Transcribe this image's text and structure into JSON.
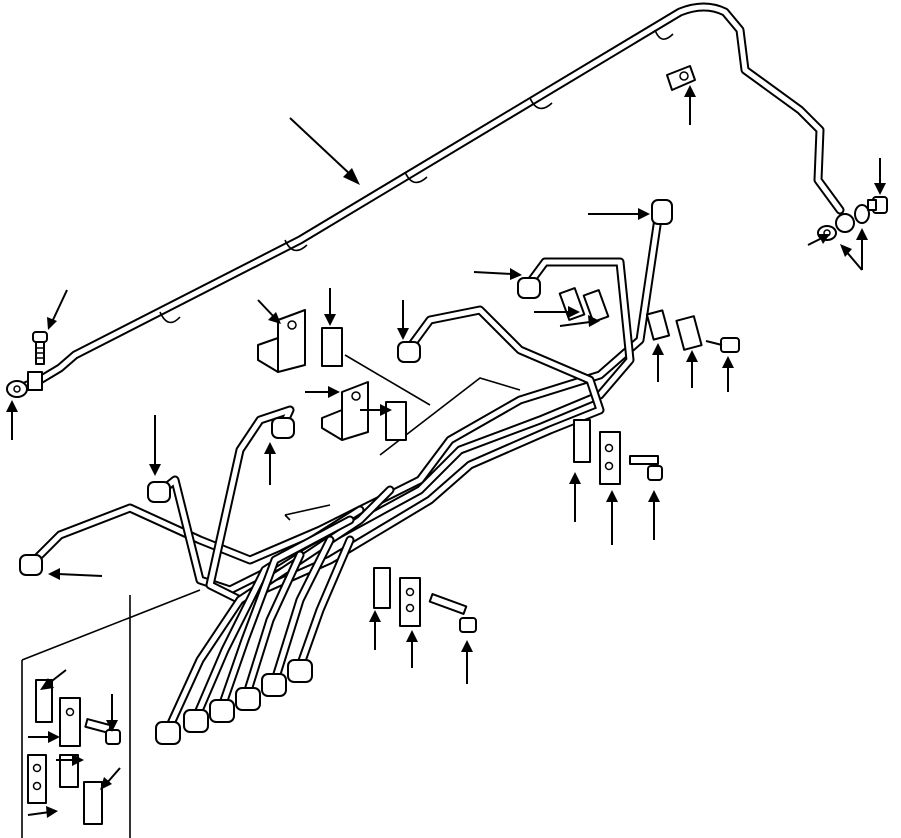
{
  "diagram": {
    "kind": "exploded-parts-illustration",
    "colors": {
      "line": "#000000",
      "background": "#ffffff"
    },
    "parts": [
      "fuel-return-line",
      "injection-line-1",
      "injection-line-2",
      "injection-line-3",
      "injection-line-4",
      "injection-line-5",
      "injection-line-6",
      "line-clamp",
      "clamp-plate",
      "bracket",
      "capscrew",
      "washer",
      "banjo-fitting"
    ]
  }
}
